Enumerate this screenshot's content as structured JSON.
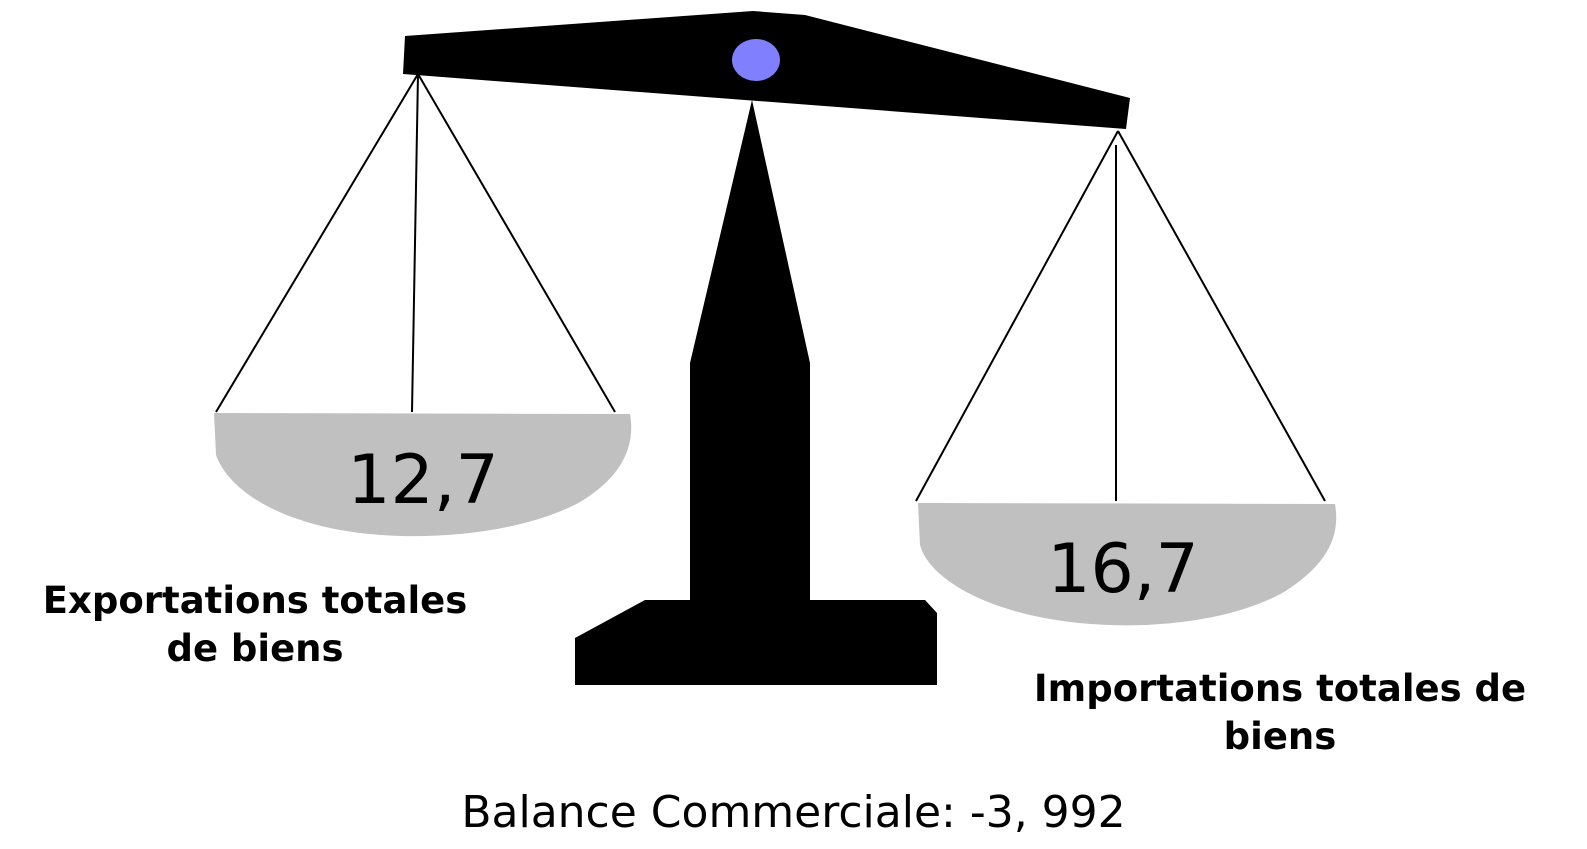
{
  "colors": {
    "beam": "#000000",
    "pivot": "#8080ff",
    "pan": "#c0c0c0",
    "strings": "#000000",
    "text": "#000000"
  },
  "left_pan": {
    "value": "12,7",
    "caption_line1": "Exportations totales",
    "caption_line2": "de biens"
  },
  "right_pan": {
    "value": "16,7",
    "caption_line1": "Importations totales de",
    "caption_line2": "biens"
  },
  "balance": {
    "text": "Balance Commerciale: -3, 992"
  }
}
